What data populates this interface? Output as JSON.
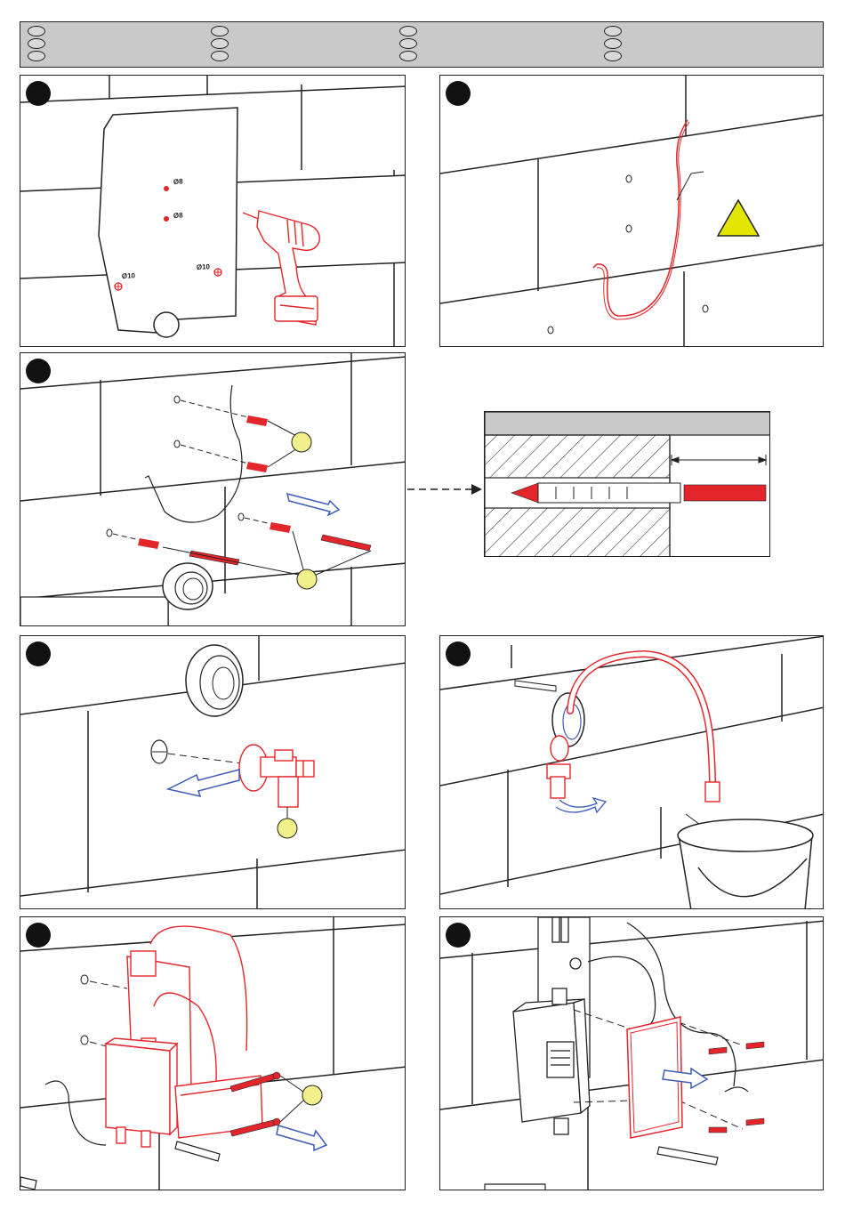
{
  "header": {
    "columns": 4,
    "ovals_per_column": 3
  },
  "step1": {
    "labels": {
      "hole_top": "Ø8",
      "hole_mid": "Ø8",
      "hole_left": "Ø10",
      "hole_right": "Ø10"
    }
  },
  "colors": {
    "accent_red": "#e3262b",
    "accent_yellow": "#f2f08a",
    "arrow_blue": "#3b5bb5",
    "water_blue": "#2f5fc8",
    "warning_yellow": "#e2e600",
    "header_grey": "#c9c9c9"
  }
}
